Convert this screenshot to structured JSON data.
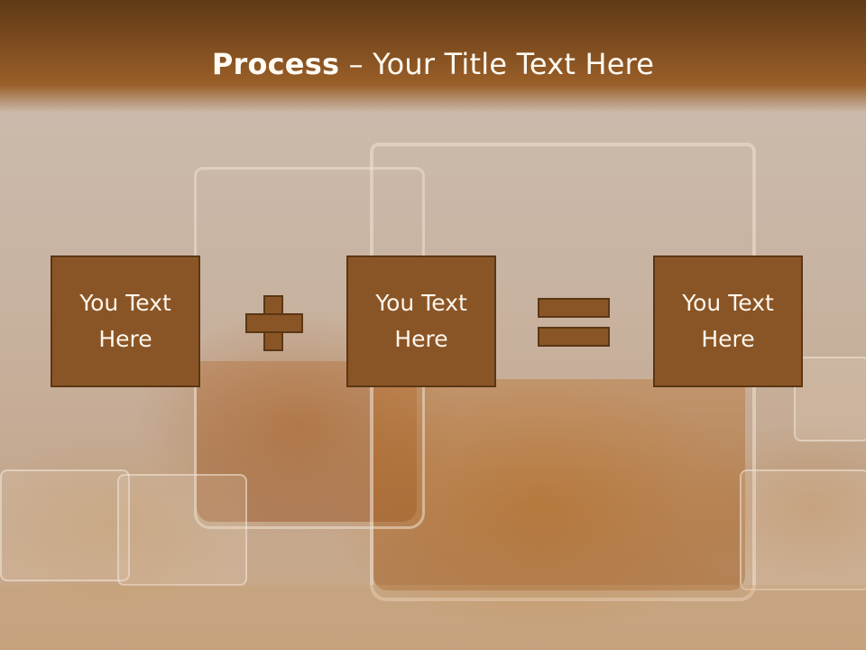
{
  "slide": {
    "title_bold": "Process",
    "title_rest": " – Your Title Text Here"
  },
  "process": {
    "boxes": [
      {
        "line1": "You Text",
        "line2": "Here"
      },
      {
        "line1": "You Text",
        "line2": "Here"
      },
      {
        "line1": "You Text",
        "line2": "Here"
      }
    ],
    "operators": [
      "plus-icon",
      "equals-icon"
    ]
  },
  "colors": {
    "header": "#7a4a1e",
    "box_fill": "#8a5526",
    "box_border": "#5a3714",
    "text_light": "#fdf6ec"
  }
}
